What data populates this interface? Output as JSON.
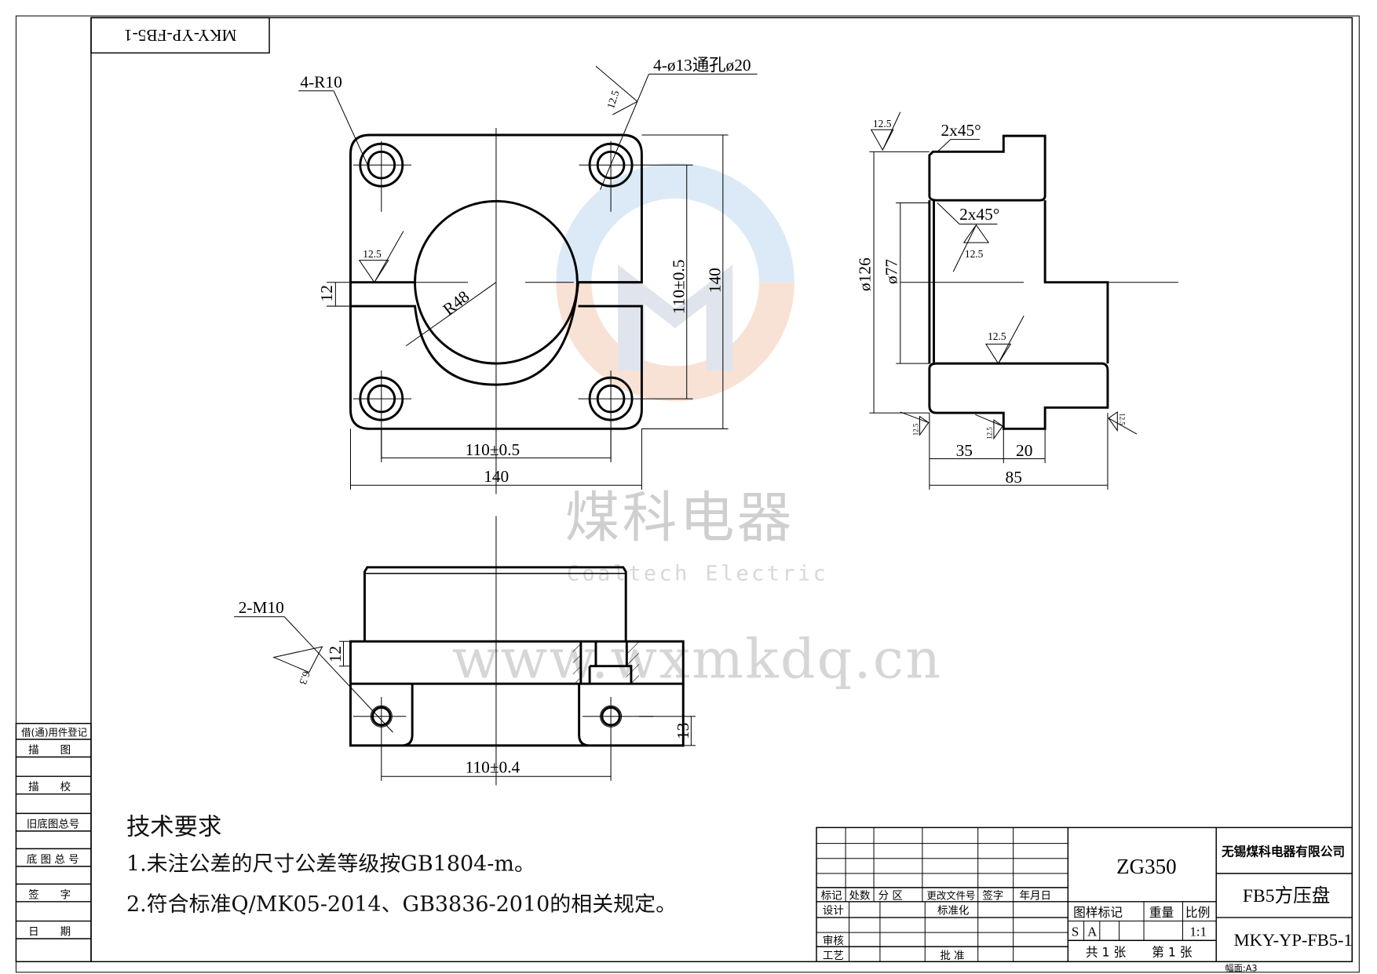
{
  "drawing": {
    "corner_code": "MKY-YP-FB5-1",
    "top_view": {
      "corner_radius": "4-R10",
      "holes": "4-ø13通孔ø20",
      "roughness": "12.5",
      "slot": "12",
      "bore_radius": "R48",
      "hole_spacing_v": "110±0.5",
      "height": "140",
      "hole_spacing_h": "110±0.5",
      "width": "140"
    },
    "section_view": {
      "chamfer_outer": "2x45°",
      "chamfer_inner": "2x45°",
      "roughness": "12.5",
      "outer_dia": "ø126",
      "inner_dia": "ø77",
      "len_a": "35",
      "len_b": "20",
      "total_len": "85"
    },
    "front_view": {
      "threads": "2-M10",
      "roughness": "6.3",
      "dim_top": "12",
      "dim_hole": "13",
      "hole_spacing": "110±0.4"
    }
  },
  "watermark": {
    "cn": "煤科电器",
    "en": "Coaltech Electric",
    "url": "www.wxmkdq.cn",
    "logo_colors": [
      "#cfe3f3",
      "#f6d9c8",
      "#f6ecd0"
    ]
  },
  "notes": {
    "title": "技术要求",
    "items": [
      "1.未注公差的尺寸公差等级按GB1804-m。",
      "2.符合标准Q/MK05-2014、GB3836-2010的相关规定。"
    ]
  },
  "side_strip": [
    "借(通)用件登记",
    "描　　图",
    "描　　校",
    "旧底图总号",
    "底 图 总 号",
    "签　　字",
    "日　　期"
  ],
  "title_block": {
    "rev_headers": [
      "标记",
      "处数",
      "分 区",
      "更改文件号",
      "签字",
      "年月日"
    ],
    "design": "设计",
    "standardize": "标准化",
    "review": "审核",
    "process": "工艺",
    "approve": "批 准",
    "material": "ZG350",
    "mark_label": "图样标记",
    "weight_label": "重量",
    "scale_label": "比例",
    "mark_s": "S",
    "mark_a": "A",
    "scale": "1:1",
    "sheets_total": "共 1 张",
    "sheet_no": "第 1 张",
    "company": "无锡煤科电器有限公司",
    "part_name": "FB5方压盘",
    "drawing_no": "MKY-YP-FB5-1",
    "paper": "幅面:A3"
  }
}
